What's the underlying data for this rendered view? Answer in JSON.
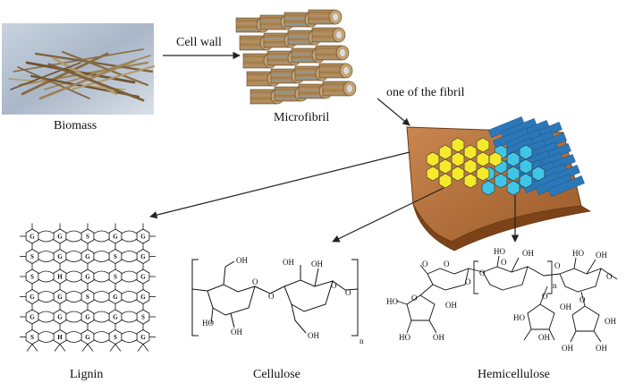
{
  "labels": {
    "cell_wall": "Cell wall",
    "biomass": "Biomass",
    "microfibril": "Microfibril",
    "one_of_fibril": "one of the fibril",
    "lignin": "Lignin",
    "cellulose": "Cellulose",
    "hemicellulose": "Hemicellulose"
  },
  "lignin_grid": [
    [
      "G",
      "G",
      "S",
      "G",
      "G"
    ],
    [
      "S",
      "G",
      "G",
      "S",
      "G"
    ],
    [
      "S",
      "H",
      "G",
      "S",
      "G"
    ],
    [
      "G",
      "G",
      "S",
      "G",
      "G"
    ],
    [
      "G",
      "G",
      "G",
      "G",
      "S"
    ],
    [
      "S",
      "H",
      "G",
      "S",
      "G"
    ]
  ],
  "cellulose_atoms": {
    "oh": "OH",
    "ho": "HO",
    "o": "O",
    "subscript": "n"
  },
  "hemicellulose_atoms": {
    "oh": "OH",
    "ho": "HO",
    "o": "O",
    "subscript": "n"
  },
  "colors": {
    "arrow": "#222222",
    "sheet": "#b5713a",
    "sheet_edge": "#6b3b16",
    "hex_yellow": "#f4e92a",
    "hex_cyan": "#3fc6e6",
    "hex_blue": "#2b77b8",
    "rod": "#b08a5a"
  }
}
